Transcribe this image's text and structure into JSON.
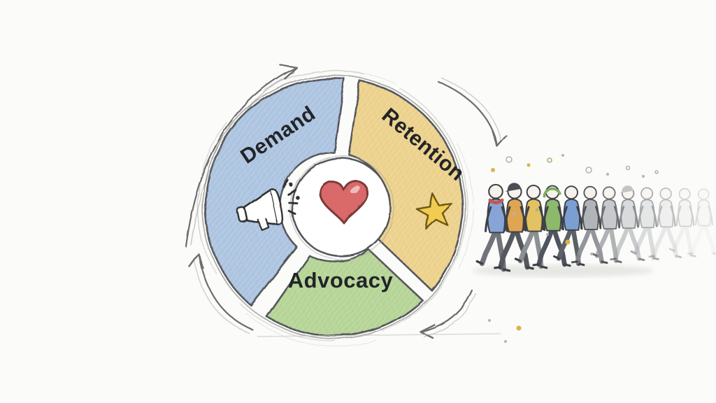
{
  "illustration": {
    "style": "hand-drawn colored-pencil sketch",
    "background": "#fbfbf9",
    "cycle": {
      "direction": "clockwise",
      "label_color": "#222427",
      "ring_outline": "#54575c",
      "arrow_color": "#6d6d6d",
      "segments": [
        {
          "id": "demand",
          "label": "Demand",
          "fill": "#aec5e1",
          "icon": "megaphone"
        },
        {
          "id": "retention",
          "label": "Retention",
          "fill": "#edd28d",
          "icon": "star"
        },
        {
          "id": "advocacy",
          "label": "Advocacy",
          "fill": "#b6d597",
          "icon": null
        }
      ],
      "center": {
        "icon": "heart",
        "fill": "#d96b69",
        "outline": "#7c3a38",
        "highlight": "#ffffff"
      },
      "icons": {
        "megaphone_fill": "#ffffff",
        "megaphone_outline": "#2e2f31",
        "star_fill": "#f2cc4f",
        "star_outline": "#6b5518"
      }
    },
    "people": {
      "description": "Line of walking people holding hands, fading toward the right",
      "skin": "#f6f1ea",
      "outline": "#3e4147",
      "figures": [
        {
          "shirt": "#86a5d6",
          "pants": "#70747a",
          "hat": null,
          "hat_color": null,
          "accent": "#c4574e",
          "opacity": 1
        },
        {
          "shirt": "#e0a551",
          "pants": "#55585e",
          "hat": "cap",
          "hat_color": "#4a4d53",
          "accent": null,
          "opacity": 1
        },
        {
          "shirt": "#e2c261",
          "pants": "#8c8f93",
          "hat": null,
          "hat_color": null,
          "accent": null,
          "opacity": 1
        },
        {
          "shirt": "#8db96c",
          "pants": "#505460",
          "hat": "hood",
          "hat_color": "#7fae5e",
          "accent": null,
          "opacity": 1
        },
        {
          "shirt": "#7c9fd3",
          "pants": "#5d6167",
          "hat": null,
          "hat_color": null,
          "accent": null,
          "opacity": 1
        },
        {
          "shirt": "#aaaeb3",
          "pants": "#888b90",
          "hat": null,
          "hat_color": null,
          "accent": null,
          "opacity": 0.9
        },
        {
          "shirt": "#b6b9bd",
          "pants": "#979a9e",
          "hat": null,
          "hat_color": null,
          "accent": null,
          "opacity": 0.75
        },
        {
          "shirt": "#c1c4c7",
          "pants": "#a5a8ab",
          "hat": "cap",
          "hat_color": "#9b9ea2",
          "accent": null,
          "opacity": 0.58
        },
        {
          "shirt": "#cbcdd0",
          "pants": "#b2b4b7",
          "hat": null,
          "hat_color": null,
          "accent": null,
          "opacity": 0.44
        },
        {
          "shirt": "#d4d6d8",
          "pants": "#bfc0c3",
          "hat": null,
          "hat_color": null,
          "accent": null,
          "opacity": 0.32
        },
        {
          "shirt": "#dcdee0",
          "pants": "#cacbce",
          "hat": null,
          "hat_color": null,
          "accent": null,
          "opacity": 0.22
        },
        {
          "shirt": "#e4e5e6",
          "pants": "#d4d5d7",
          "hat": null,
          "hat_color": null,
          "accent": null,
          "opacity": 0.15
        }
      ]
    },
    "confetti_colors": [
      "#d9b44a",
      "#9db97b",
      "#b5b5b5"
    ]
  }
}
